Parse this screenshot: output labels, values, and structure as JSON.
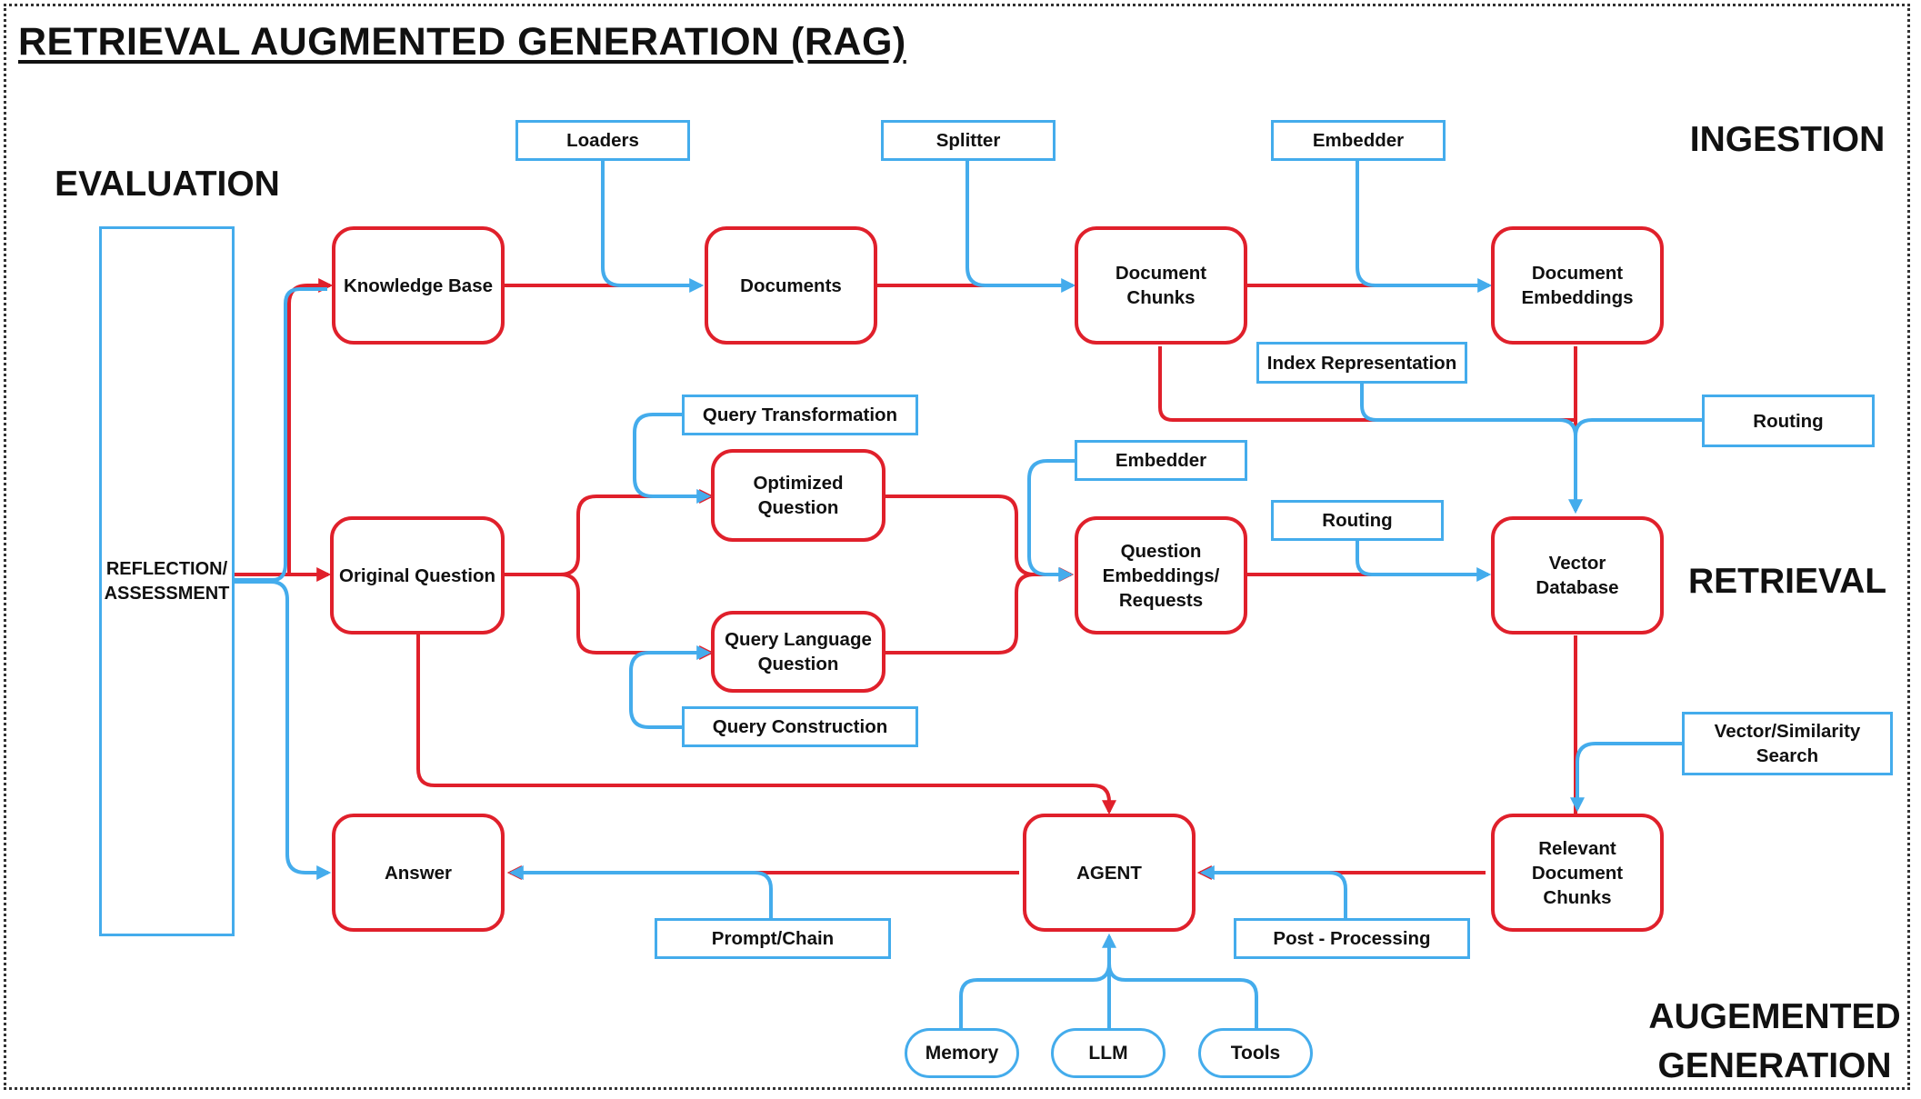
{
  "title": "RETRIEVAL AUGMENTED GENERATION (RAG)",
  "sections": {
    "evaluation": "EVALUATION",
    "ingestion": "INGESTION",
    "retrieval": "RETRIEVAL",
    "generation": "AUGEMENTED\nGENERATION"
  },
  "nodes": {
    "reflection": "REFLECTION/\nASSESSMENT",
    "knowledge_base": "Knowledge Base",
    "documents": "Documents",
    "document_chunks": "Document\nChunks",
    "document_embeddings": "Document\nEmbeddings",
    "original_question": "Original Question",
    "optimized_question": "Optimized\nQuestion",
    "query_language_question": "Query Language\nQuestion",
    "question_embeddings": "Question\nEmbeddings/\nRequests",
    "vector_database": "Vector\nDatabase",
    "answer": "Answer",
    "agent": "AGENT",
    "relevant_chunks": "Relevant\nDocument\nChunks"
  },
  "labels": {
    "loaders": "Loaders",
    "splitter": "Splitter",
    "embedder_top": "Embedder",
    "index_representation": "Index Representation",
    "routing_top": "Routing",
    "query_transformation": "Query Transformation",
    "embedder_mid": "Embedder",
    "routing_mid": "Routing",
    "query_construction": "Query Construction",
    "vector_similarity_search": "Vector/Similarity\nSearch",
    "prompt_chain": "Prompt/Chain",
    "post_processing": "Post - Processing",
    "memory": "Memory",
    "llm": "LLM",
    "tools": "Tools"
  },
  "colors": {
    "red": "#e0202b",
    "blue": "#44acec"
  }
}
